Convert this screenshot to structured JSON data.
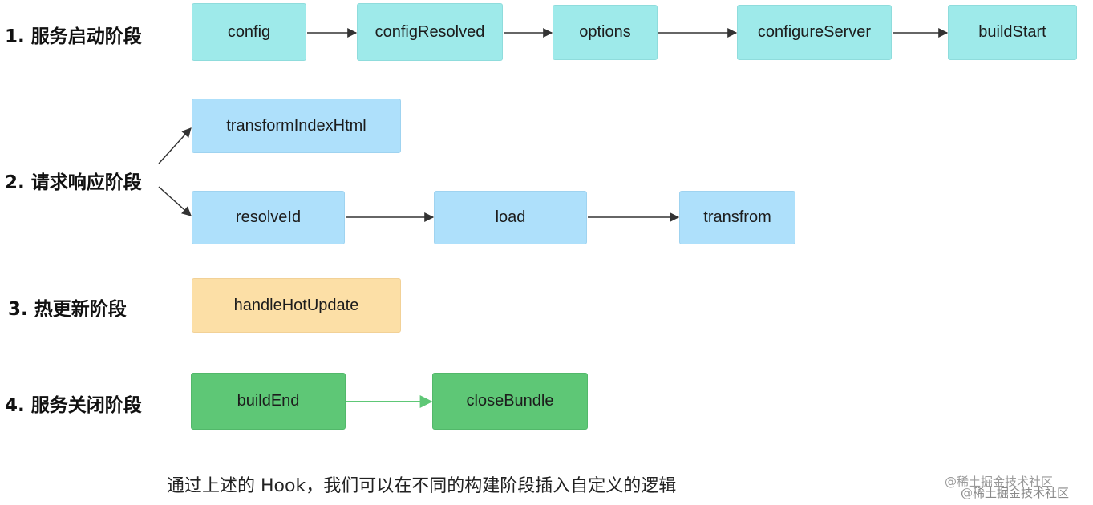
{
  "stages": {
    "startup": "1. 服务启动阶段",
    "request": "2. 请求响应阶段",
    "hot_update": "3. 热更新阶段",
    "shutdown": "4. 服务关闭阶段"
  },
  "nodes": {
    "config": "config",
    "configResolved": "configResolved",
    "options": "options",
    "configureServer": "configureServer",
    "buildStart": "buildStart",
    "transformIndexHtml": "transformIndexHtml",
    "resolveId": "resolveId",
    "load": "load",
    "transfrom": "transfrom",
    "handleHotUpdate": "handleHotUpdate",
    "buildEnd": "buildEnd",
    "closeBundle": "closeBundle"
  },
  "colors": {
    "startup": "#9eeaea",
    "request": "#aee0fb",
    "hot_update": "#fcdfa6",
    "shutdown": "#5ec776",
    "arrow": "#333333",
    "arrow_green": "#5ec776"
  },
  "caption": "通过上述的 Hook，我们可以在不同的构建阶段插入自定义的逻辑",
  "credit": "@稀土掘金技术社区"
}
